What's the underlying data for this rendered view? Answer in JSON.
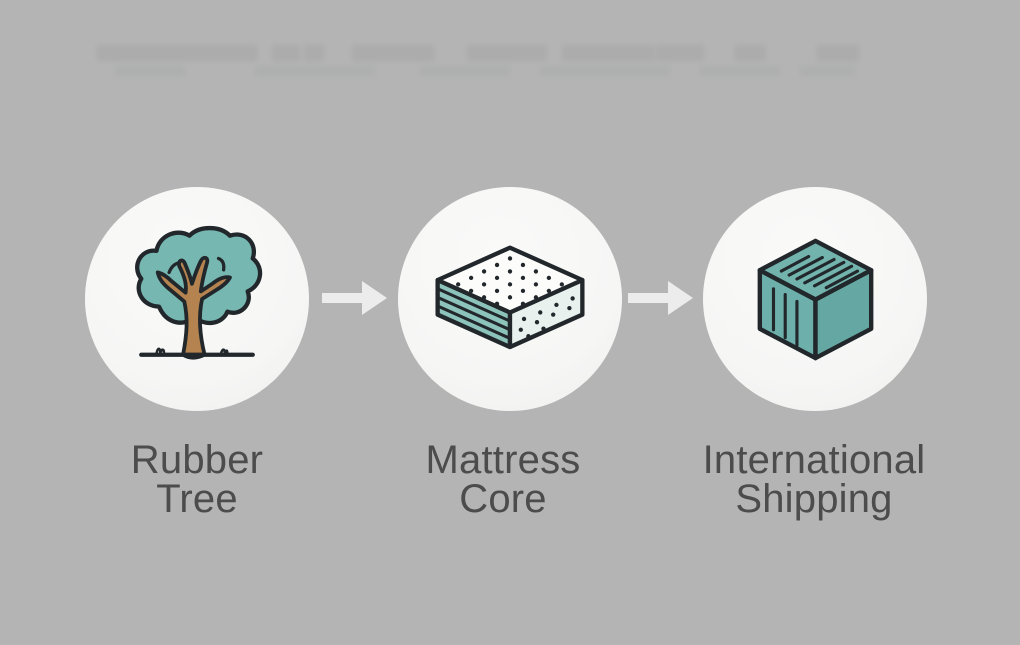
{
  "colors": {
    "background": "#b4b4b4",
    "circle": "#f6f6f5",
    "outline": "#21272b",
    "canopy": "#76b7b2",
    "trunk": "#b5834f",
    "stripe_teal": "#8cc3ba",
    "mint": "#e9f1ee",
    "top_white": "#fcfcfb",
    "cube_top": "#73b3ae",
    "cube_left": "#6dafaa",
    "cube_right": "#65a8a3",
    "arrow": "#ececec",
    "text": "#4c4c4c"
  },
  "diagram": {
    "type": "process-flow",
    "steps": [
      {
        "icon": "rubber-tree-icon",
        "label_line1": "Rubber",
        "label_line2": "Tree"
      },
      {
        "icon": "mattress-core-icon",
        "label_line1": "Mattress",
        "label_line2": "Core"
      },
      {
        "icon": "shipping-container-icon",
        "label_line1": "International",
        "label_line2": "Shipping"
      }
    ],
    "connector": "right-arrow"
  }
}
